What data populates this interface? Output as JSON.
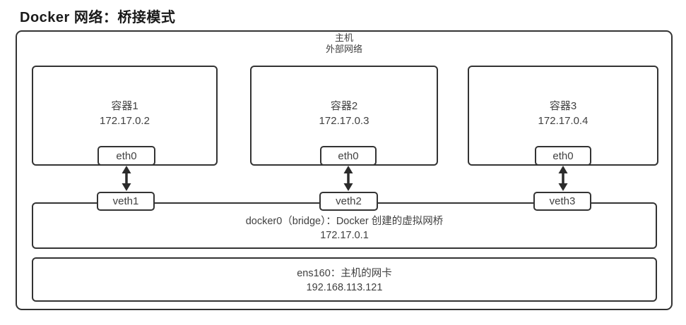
{
  "title": "Docker 网络：桥接模式",
  "host": {
    "line1": "主机",
    "line2": "外部网络"
  },
  "containers": [
    {
      "name": "容器1",
      "ip": "172.17.0.2",
      "iface": "eth0",
      "veth": "veth1"
    },
    {
      "name": "容器2",
      "ip": "172.17.0.3",
      "iface": "eth0",
      "veth": "veth2"
    },
    {
      "name": "容器3",
      "ip": "172.17.0.4",
      "iface": "eth0",
      "veth": "veth3"
    }
  ],
  "bridge": {
    "label": "docker0（bridge）：Docker 创建的虚拟网桥",
    "ip": "172.17.0.1"
  },
  "nic": {
    "label": "ens160：主机的网卡",
    "ip": "192.168.113.121"
  },
  "colors": {
    "border": "#333333",
    "text": "#404040",
    "arrow": "#2b2b2b",
    "background": "#ffffff",
    "title": "#1a1a1a"
  }
}
